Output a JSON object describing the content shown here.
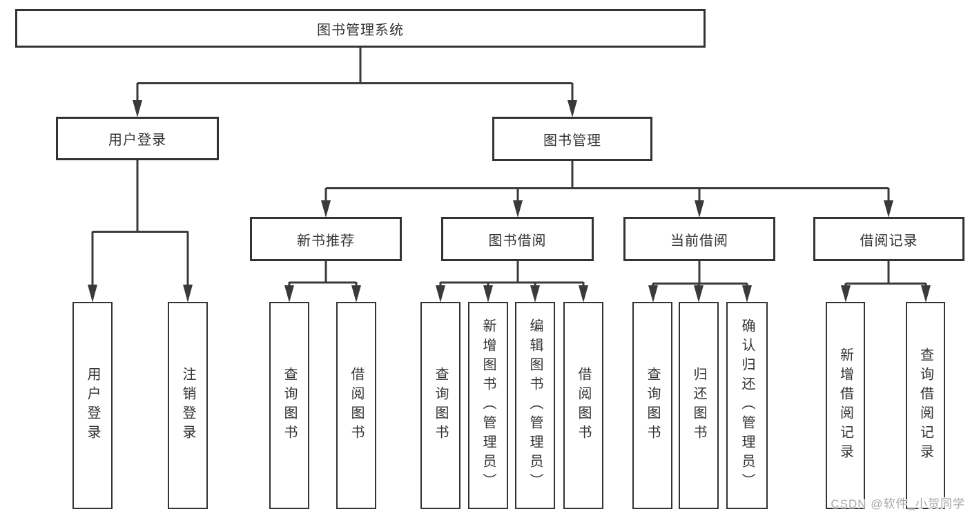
{
  "root": {
    "label": "图书管理系统"
  },
  "branches": [
    {
      "label": "用户登录",
      "leaves": [
        "用户登录",
        "注销登录"
      ]
    },
    {
      "label": "图书管理",
      "sections": [
        {
          "label": "新书推荐",
          "leaves": [
            "查询图书",
            "借阅图书"
          ]
        },
        {
          "label": "图书借阅",
          "leaves": [
            "查询图书",
            "新增图书（管理员）",
            "编辑图书（管理员）",
            "借阅图书"
          ]
        },
        {
          "label": "当前借阅",
          "leaves": [
            "查询图书",
            "归还图书",
            "确认归还（管理员）"
          ]
        },
        {
          "label": "借阅记录",
          "leaves": [
            "新增借阅记录",
            "查询借阅记录"
          ]
        }
      ]
    }
  ],
  "watermark": {
    "text": "CSDN @软件_小贺同学"
  },
  "colors": {
    "line": "#3a3a3a",
    "box_border": "#333333",
    "text": "#333333",
    "watermark": "#a8a8a8",
    "background": "#ffffff"
  }
}
